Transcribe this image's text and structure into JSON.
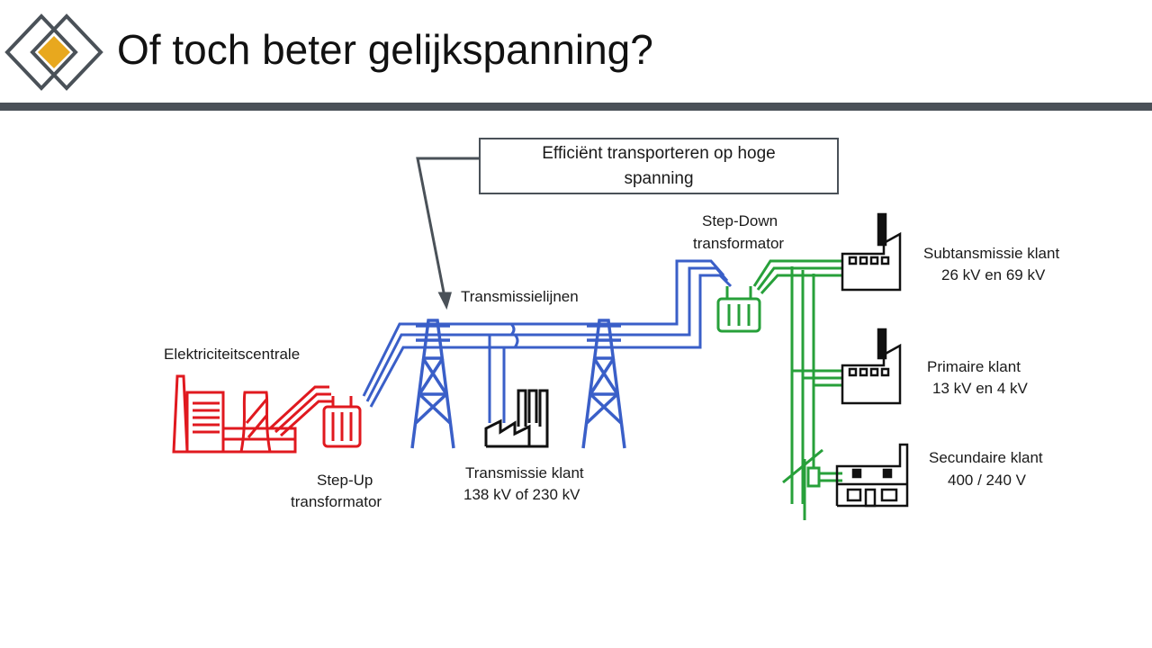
{
  "slide": {
    "title": "Of toch beter gelijkspanning?"
  },
  "callout": {
    "text": "Efficiënt transporteren op hoge spanning"
  },
  "labels": {
    "plant": "Elektriciteitscentrale",
    "stepup_1": "Step-Up",
    "stepup_2": "transformator",
    "lines": "Transmissielijnen",
    "trans_cust_1": "Transmissie klant",
    "trans_cust_2": "138 kV of 230 kV",
    "stepdown_1": "Step-Down",
    "stepdown_2": "transformator",
    "subtrans_1": "Subtansmissie klant",
    "subtrans_2": "26 kV en 69 kV",
    "primary_1": "Primaire klant",
    "primary_2": "13 kV en 4 kV",
    "secondary_1": "Secundaire klant",
    "secondary_2": "400 / 240 V"
  },
  "colors": {
    "generation": "#e0191f",
    "transmission": "#3a5fc8",
    "distribution": "#27a03a",
    "accent": "#e8a81e",
    "rule": "#4a5158"
  },
  "icons": [
    "diamond-logo-icon",
    "power-plant-icon",
    "transformer-icon",
    "pylon-icon",
    "factory-icon",
    "house-icon"
  ]
}
